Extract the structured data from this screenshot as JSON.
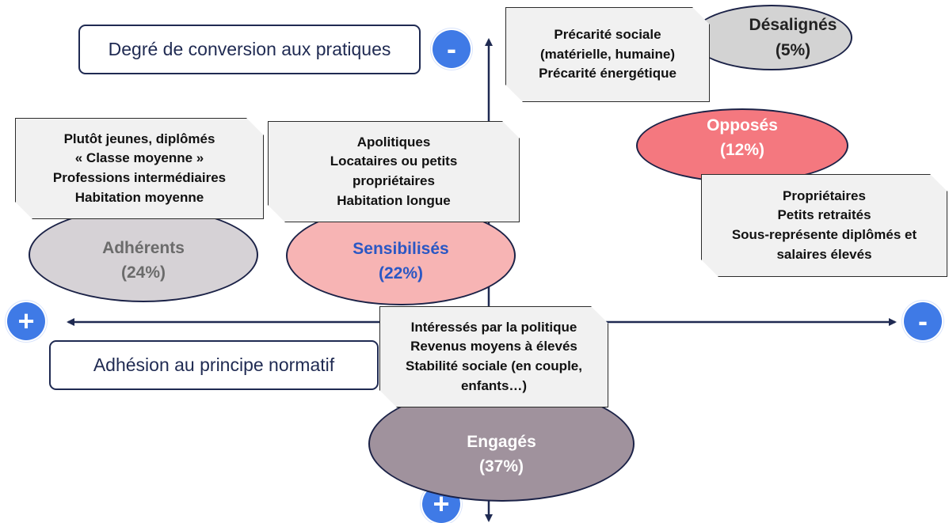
{
  "axes": {
    "vertical_label": "Degré de conversion aux pratiques",
    "horizontal_label": "Adhésion au principe normatif",
    "vertical_top_sign": "-",
    "vertical_bottom_sign": "+",
    "horizontal_left_sign": "+",
    "horizontal_right_sign": "-"
  },
  "groups": {
    "desalignes": {
      "name": "Désalignés",
      "share": "(5%)",
      "color": "#d3d3d3",
      "text_color": "#222222"
    },
    "opposes": {
      "name": "Opposés",
      "share": "(12%)",
      "color": "#f4787f",
      "text_color": "#ffffff"
    },
    "adherents": {
      "name": "Adhérents",
      "share": "(24%)",
      "color": "#d6d2d6",
      "text_color": "#6b6b6b"
    },
    "sensibilises": {
      "name": "Sensibilisés",
      "share": "(22%)",
      "color": "#f7b4b4",
      "text_color": "#2a57c4"
    },
    "engages": {
      "name": "Engagés",
      "share": "(37%)",
      "color": "#a0929d",
      "text_color": "#ffffff"
    }
  },
  "notes": {
    "precarite": [
      "Précarité sociale",
      "(matérielle, humaine)",
      "Précarité énergétique"
    ],
    "adherents": [
      "Plutôt jeunes, diplômés",
      "« Classe moyenne »",
      "Professions intermédiaires",
      "Habitation moyenne"
    ],
    "sensibilises": [
      "Apolitiques",
      "Locataires ou petits",
      "propriétaires",
      "Habitation longue"
    ],
    "opposes": [
      "Propriétaires",
      "Petits retraités",
      "Sous-représente diplômés et",
      "salaires élevés"
    ],
    "engages": [
      "Intéressés par la politique",
      "Revenus moyens à élevés",
      "Stabilité sociale (en couple,",
      "enfants…)"
    ]
  }
}
